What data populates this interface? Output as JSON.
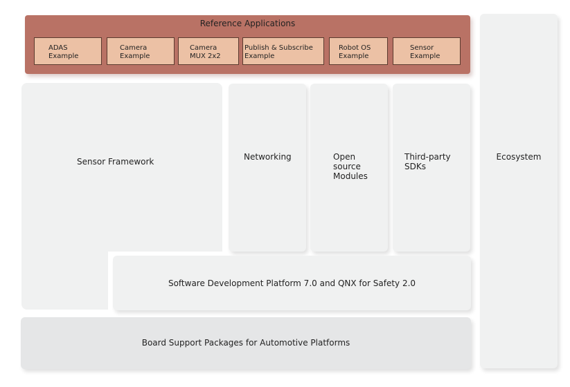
{
  "reference_applications": {
    "title": "Reference Applications",
    "color": "#b97265",
    "item_color": "#ecc1a5",
    "items": [
      {
        "label": "ADAS\nExample"
      },
      {
        "label": "Camera\nExample"
      },
      {
        "label": "Camera\nMUX 2x2"
      },
      {
        "label": "Publish & Subscribe\nExample"
      },
      {
        "label": "Robot OS\nExample"
      },
      {
        "label": "Sensor\nExample"
      }
    ]
  },
  "middleware": {
    "sensor_framework": "Sensor Framework",
    "networking": "Networking",
    "open_source": "Open\nsource\nModules",
    "third_party": "Third-party\nSDKs"
  },
  "platform": {
    "sdp": "Software Development Platform 7.0 and QNX for Safety 2.0",
    "bsp": "Board Support Packages for Automotive Platforms"
  },
  "ecosystem": "Ecosystem",
  "colors": {
    "block": "#f0f1f1",
    "bsp_block": "#e5e6e7"
  }
}
